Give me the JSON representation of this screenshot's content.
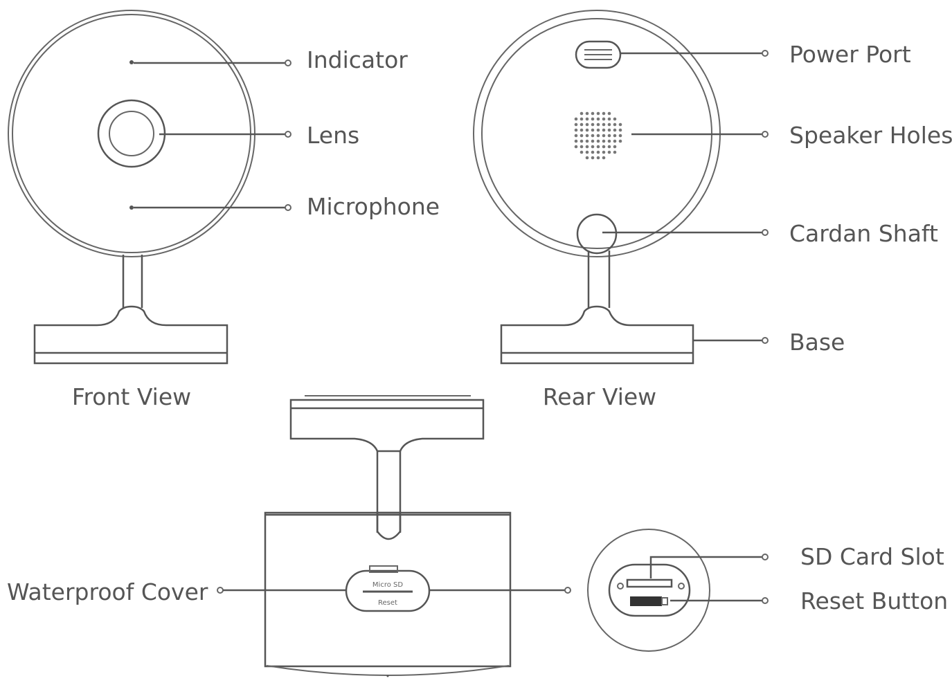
{
  "views": {
    "front": "Front View",
    "rear": "Rear View"
  },
  "callouts": {
    "indicator": "Indicator",
    "lens": "Lens",
    "microphone": "Microphone",
    "power_port": "Power Port",
    "speaker_holes": "Speaker Holes",
    "cardan_shaft": "Cardan Shaft",
    "base": "Base",
    "waterproof_cover": "Waterproof Cover",
    "sd_card_slot": "SD Card Slot",
    "reset_button": "Reset Button"
  },
  "cover_print": {
    "line1": "Micro SD",
    "line2": "Reset"
  }
}
